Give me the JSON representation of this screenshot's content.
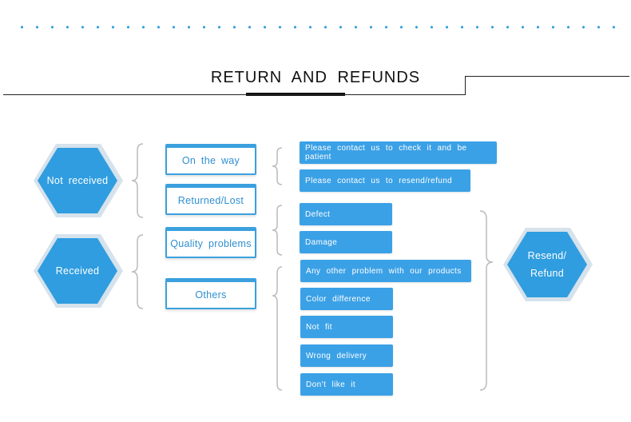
{
  "header": {
    "title": "RETURN  AND  REFUNDS"
  },
  "hexagons": {
    "not_received": "Not  received",
    "received": "Received",
    "outcome": "Resend/\nRefund"
  },
  "categories": {
    "on_the_way": "On  the  way",
    "returned_lost": "Returned/Lost",
    "quality_problems": "Quality  problems",
    "others": "Others"
  },
  "actions": {
    "check": "Please  contact  us  to  check  it  and  be  patient",
    "resend": "Please  contact  us  to  resend/refund"
  },
  "reasons": {
    "defect": "Defect",
    "damage": "Damage",
    "any_other": "Any  other  problem  with  our  products",
    "color_difference": "Color  difference",
    "not_fit": "Not  fit",
    "wrong_delivery": "Wrong  delivery",
    "dont_like": "Don’t  like  it"
  },
  "colors": {
    "accent": "#2f9de0",
    "tag": "#3ba1e6",
    "text_dark": "#111111"
  }
}
